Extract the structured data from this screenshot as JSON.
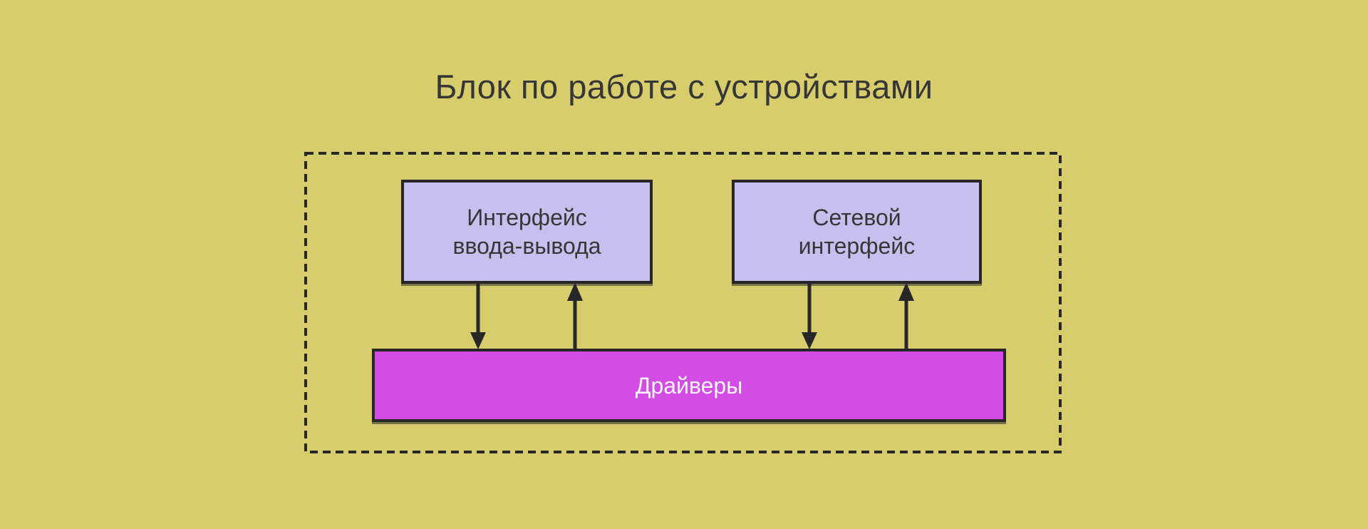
{
  "title": "Блок по работе с устройствами",
  "boxes": {
    "io": {
      "line1": "Интерфейс",
      "line2": "ввода-вывода"
    },
    "network": {
      "line1": "Сетевой",
      "line2": "интерфейс"
    },
    "drivers": {
      "label": "Драйверы"
    }
  },
  "diagram": {
    "type": "block-diagram",
    "edges": [
      {
        "from": "io-interface",
        "to": "drivers",
        "type": "two-one-way-arrows"
      },
      {
        "from": "network-interface",
        "to": "drivers",
        "type": "two-one-way-arrows"
      }
    ],
    "boundary": "dashed-rectangle-around-all-blocks"
  },
  "colors": {
    "background": "#d8cd6d",
    "interface_box_fill": "#c7c0ef",
    "drivers_box_fill": "#d34de4",
    "stroke": "#272727",
    "text_dark": "#363636",
    "text_light": "#faf8fc"
  }
}
